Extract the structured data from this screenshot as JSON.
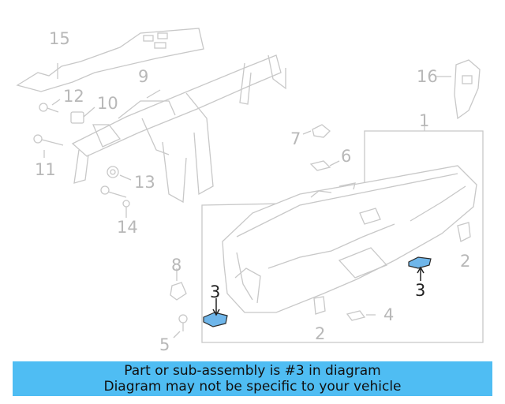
{
  "callouts": [
    "15",
    "9",
    "12",
    "10",
    "11",
    "13",
    "14",
    "16",
    "7",
    "6",
    "1",
    "8",
    "5",
    "2",
    "2",
    "4"
  ],
  "highlight": {
    "label": "3",
    "color": "#6fb6ea"
  },
  "banner": {
    "line1": "Part or sub-assembly is #3 in diagram",
    "line2": "Diagram may not be specific to your vehicle",
    "color": "#4fbdf3"
  }
}
